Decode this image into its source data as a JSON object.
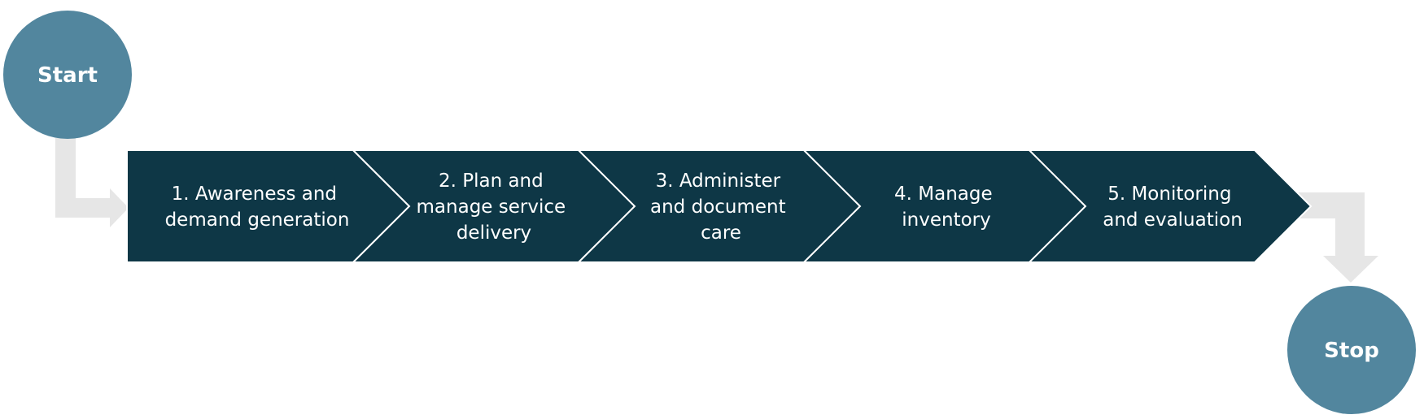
{
  "colors": {
    "circle_fill": "#52869e",
    "step_fill": "#0e3746",
    "step_separator": "#ffffff",
    "connector": "#e6e6e6",
    "text": "#ffffff"
  },
  "start": {
    "label": "Start"
  },
  "stop": {
    "label": "Stop"
  },
  "steps": [
    {
      "lines": [
        "1. Awareness and",
        "demand generation"
      ]
    },
    {
      "lines": [
        "2. Plan and",
        "manage service",
        "delivery"
      ]
    },
    {
      "lines": [
        "3. Administer",
        "and document",
        "care"
      ]
    },
    {
      "lines": [
        "4. Manage",
        "inventory"
      ]
    },
    {
      "lines": [
        "5. Monitoring",
        "and evaluation"
      ]
    }
  ]
}
